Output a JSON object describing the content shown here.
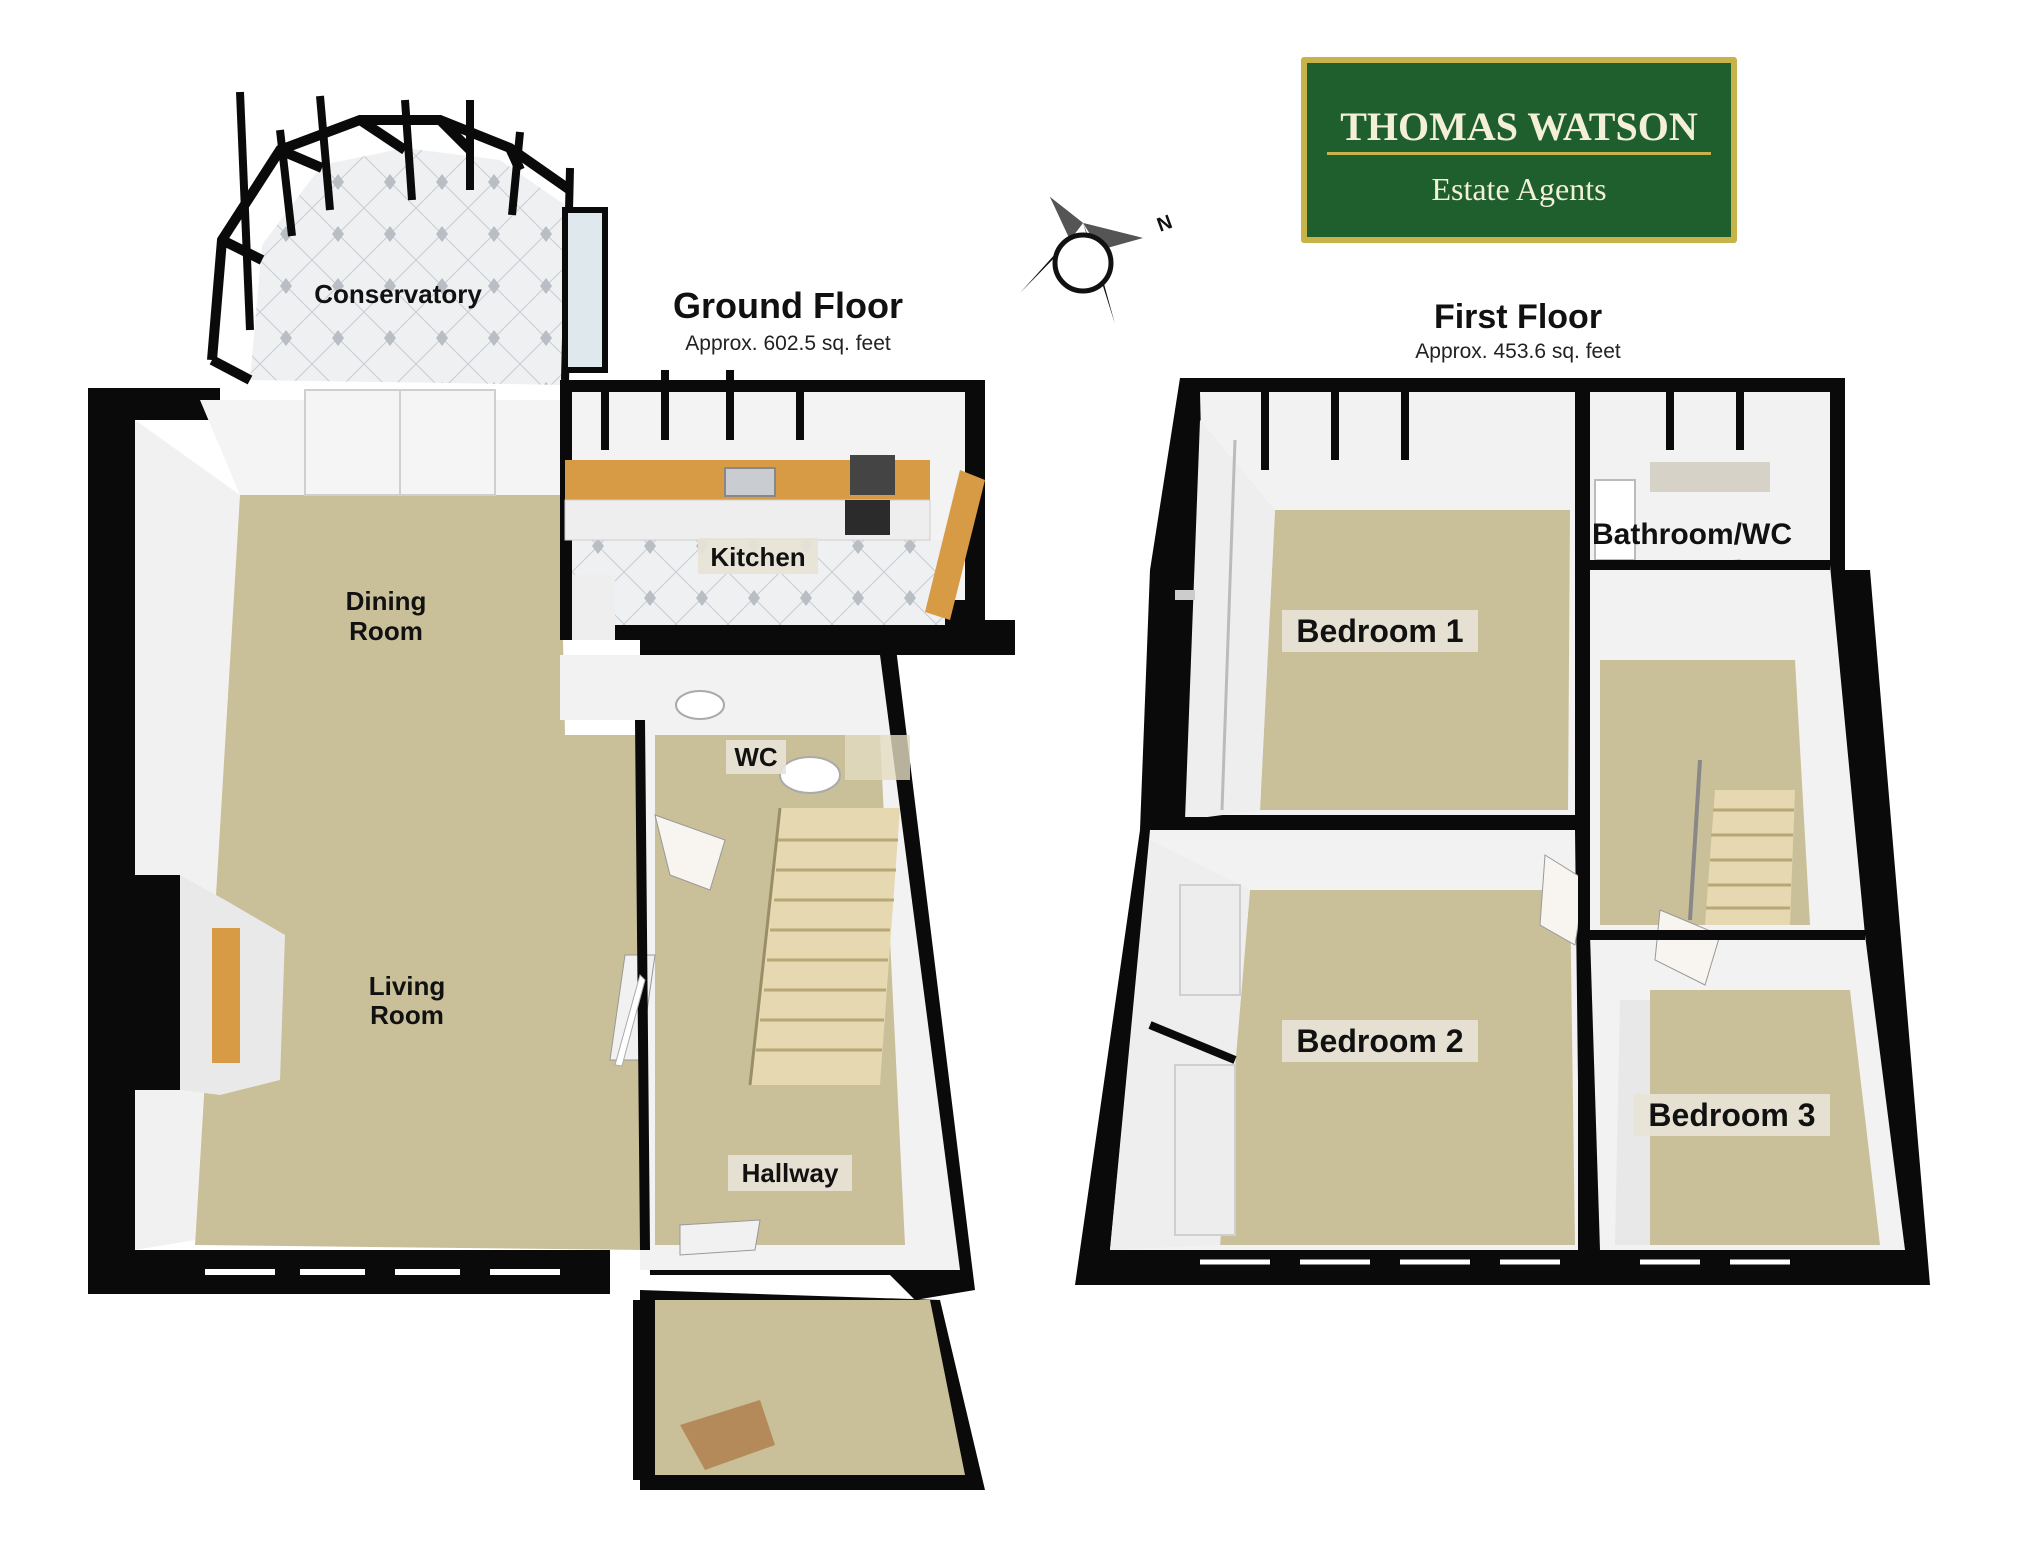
{
  "logo": {
    "name": "THOMAS WATSON",
    "tagline": "Estate Agents",
    "colors": {
      "background": "#1f5f2e",
      "frame": "#c8b24a",
      "text": "#f3efd8"
    }
  },
  "compass": {
    "north_label": "N",
    "icon": "compass-rose-icon"
  },
  "ground_floor": {
    "title": "Ground Floor",
    "area": "Approx. 602.5 sq. feet",
    "rooms": {
      "conservatory": "Conservatory",
      "kitchen": "Kitchen",
      "dining_room_line1": "Dining",
      "dining_room_line2": "Room",
      "living_room_line1": "Living",
      "living_room_line2": "Room",
      "wc": "WC",
      "hallway": "Hallway"
    }
  },
  "first_floor": {
    "title": "First Floor",
    "area": "Approx. 453.6 sq. feet",
    "rooms": {
      "bathroom": "Bathroom/WC",
      "bedroom1": "Bedroom 1",
      "bedroom2": "Bedroom 2",
      "bedroom3": "Bedroom 3"
    }
  },
  "colors": {
    "wall": "#0a0a0a",
    "carpet": "#c9bf99",
    "interior_wall": "#f2f2f2",
    "tile": "#eef0f2",
    "worktop": "#d79a45",
    "stairs": "#e6d8b0"
  }
}
